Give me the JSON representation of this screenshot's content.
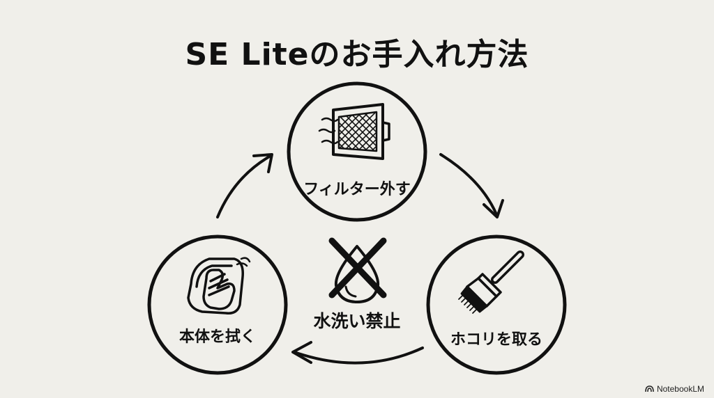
{
  "title": "SE Liteのお手入れ方法",
  "steps": [
    {
      "label": "フィルター外す",
      "icon": "filter-icon"
    },
    {
      "label": "ホコリを取る",
      "icon": "brush-icon"
    },
    {
      "label": "本体を拭く",
      "icon": "wiping-hand-icon"
    }
  ],
  "center": {
    "label": "水洗い禁止",
    "icon": "no-water-icon"
  },
  "watermark": "NotebookLM",
  "colors": {
    "background": "#f0efea",
    "ink": "#111111"
  }
}
